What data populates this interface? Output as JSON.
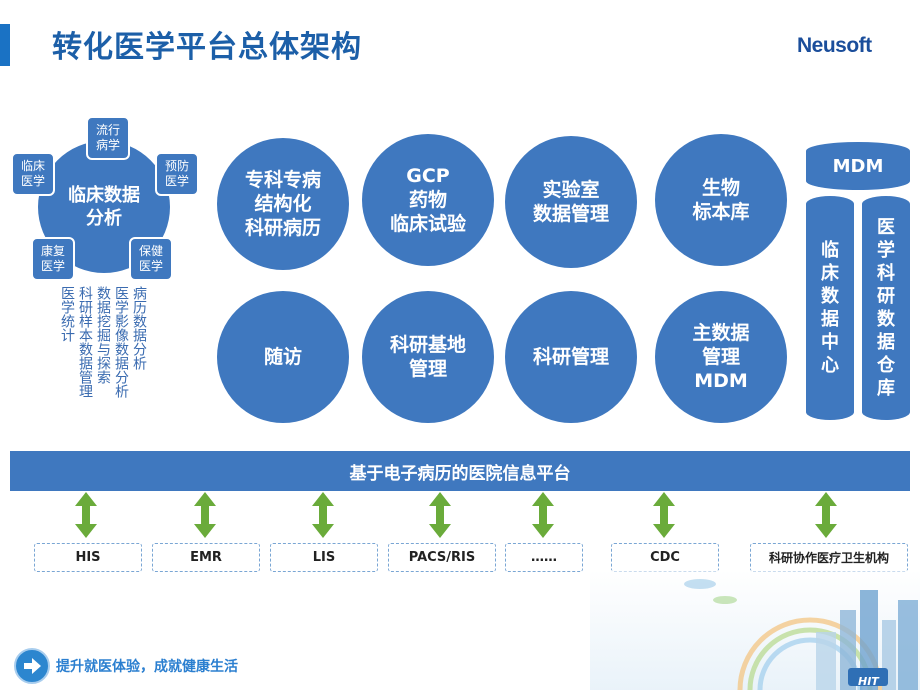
{
  "header": {
    "title": "转化医学平台总体架构",
    "logo": "Neusoft"
  },
  "clinical": {
    "center": "临床数据\n分析",
    "satellites": {
      "top": "流行\n病学",
      "right_top": "预防\n医学",
      "left_top": "临床\n医学",
      "left_bottom": "康复\n医学",
      "right_bottom": "保健\n医学"
    },
    "bullet_list": [
      "病历数据分析",
      "医学影像数据分析",
      "数据挖掘与探索",
      "科研样本数据管理",
      "医学统计"
    ]
  },
  "modules": {
    "row1": [
      "专科专病\n结构化\n科研病历",
      "GCP\n药物\n临床试验",
      "实验室\n数据管理",
      "生物\n标本库"
    ],
    "row2": [
      "随访",
      "科研基地\n管理",
      "科研管理",
      "主数据\n管理\nMDM"
    ]
  },
  "right_stack": {
    "top": "MDM",
    "left": "临床数据中心",
    "right": "医学科研数据仓库"
  },
  "platform": {
    "label": "基于电子病历的医院信息平台"
  },
  "systems": [
    "HIS",
    "EMR",
    "LIS",
    "PACS/RIS",
    "……",
    "CDC",
    "科研协作医疗卫生机构"
  ],
  "footer": {
    "slogan": "提升就医体验，成就健康生活",
    "badge": "HIT"
  },
  "colors": {
    "primary": "#3f78bf",
    "title": "#1c5fa8",
    "arrow": "#6aab3a"
  }
}
